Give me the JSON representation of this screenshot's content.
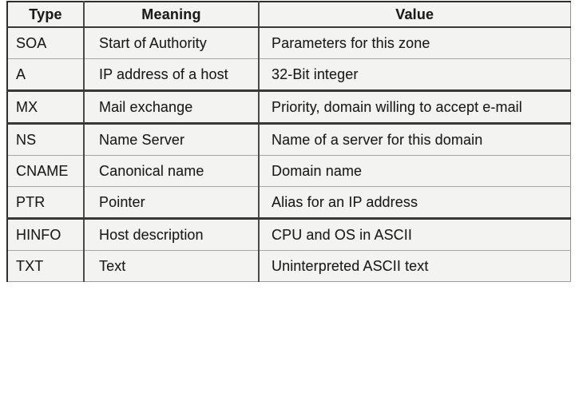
{
  "chart_data": {
    "type": "table",
    "columns": [
      "Type",
      "Meaning",
      "Value"
    ],
    "rows": [
      [
        "SOA",
        "Start of Authority",
        "Parameters for this zone"
      ],
      [
        "A",
        "IP address of a host",
        "32-Bit integer"
      ],
      [
        "MX",
        "Mail exchange",
        "Priority, domain willing to accept e-mail"
      ],
      [
        "NS",
        "Name Server",
        "Name of a server for this domain"
      ],
      [
        "CNAME",
        "Canonical name",
        "Domain name"
      ],
      [
        "PTR",
        "Pointer",
        "Alias for an IP address"
      ],
      [
        "HINFO",
        "Host description",
        "CPU and OS in ASCII"
      ],
      [
        "TXT",
        "Text",
        "Uninterpreted ASCII text"
      ]
    ],
    "layout": {
      "grid": "on",
      "header_bold": true,
      "thick_border_after_rows": [
        "A",
        "MX",
        "PTR"
      ]
    }
  },
  "colors": {
    "table_background": "#f3f3f1",
    "page_background": "#ffffff",
    "text": "#1b1b1b",
    "thin_line": "#a6a6a6",
    "thick_line": "#383838"
  }
}
